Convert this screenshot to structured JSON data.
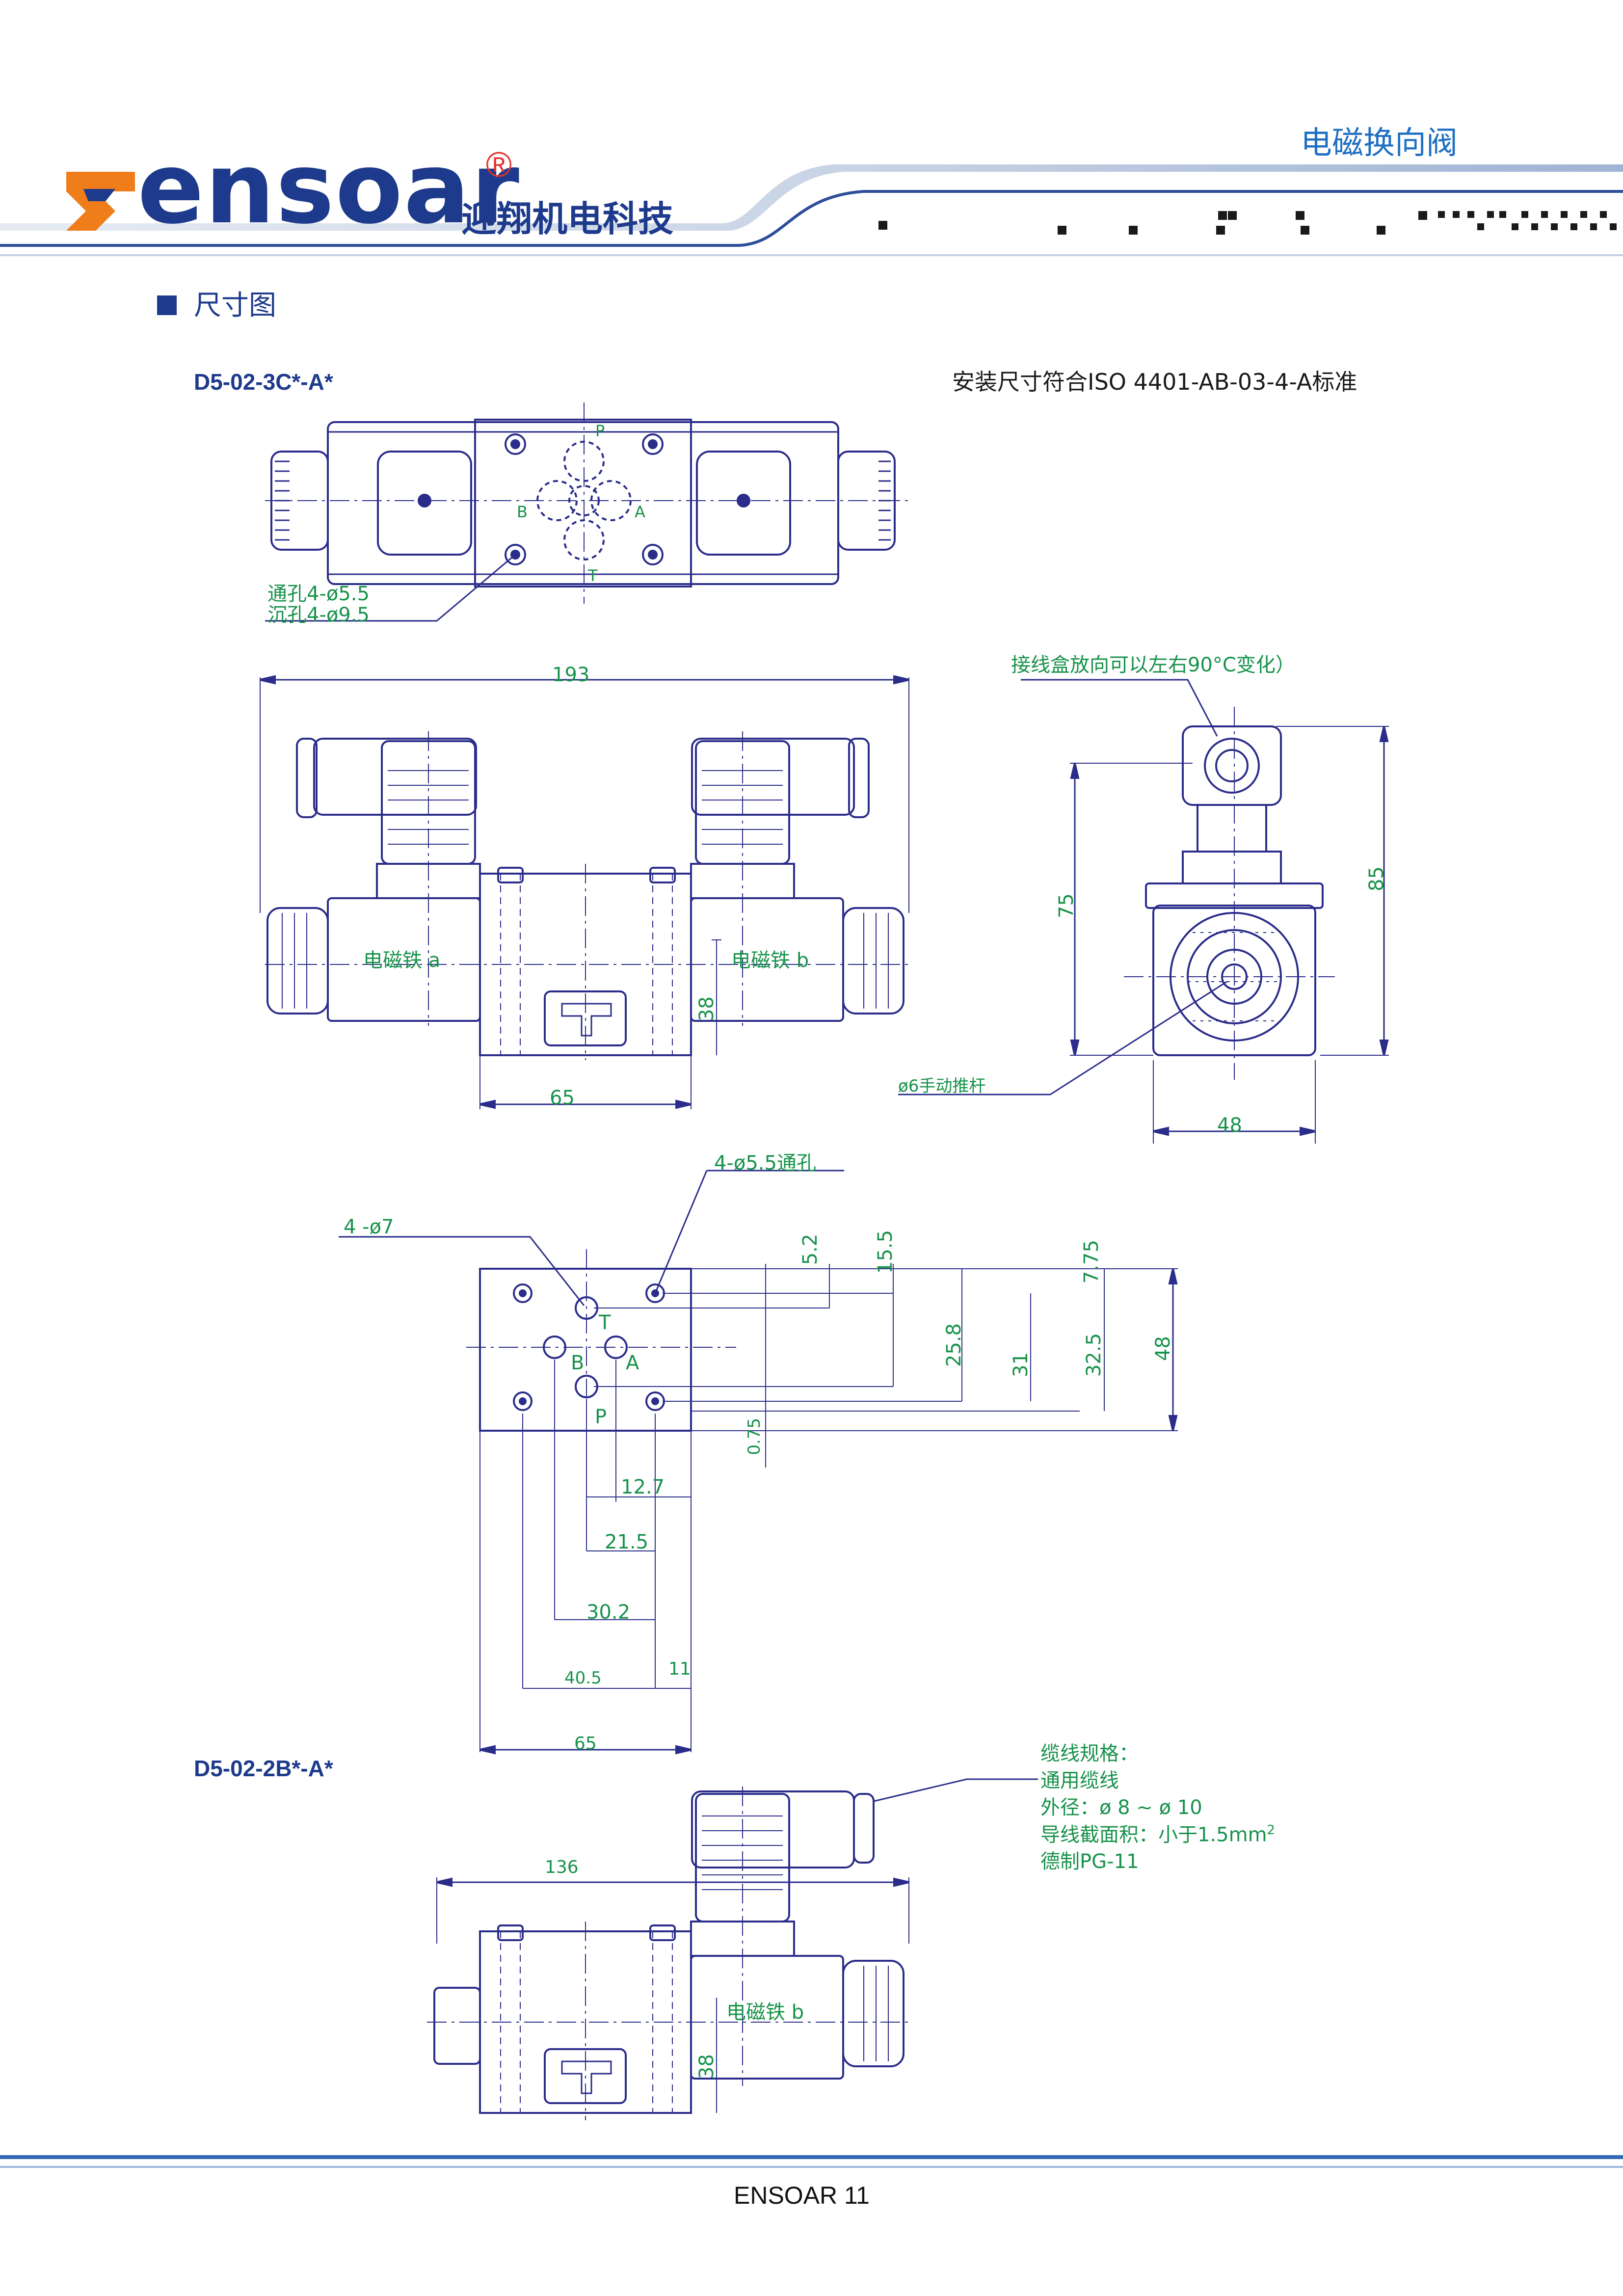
{
  "header": {
    "brand": "ensoar",
    "registered": "®",
    "brand_cn": "迎翔机电科技",
    "category": "电磁换向阀"
  },
  "section_title": "尺寸图",
  "model_1": "D5-02-3C*-A*",
  "iso_note": "安装尺寸符合ISO 4401-AB-03-4-A标准",
  "top_view": {
    "ports": [
      "P",
      "B",
      "A",
      "T"
    ],
    "hole_note_1": "通孔4-ø5.5",
    "hole_note_2": "沉孔4-ø9.5"
  },
  "front_view": {
    "dim_193": "193",
    "coil_a": "电磁铁 a",
    "coil_b": "电磁铁 b",
    "dim_38": "38",
    "dim_65": "65"
  },
  "side_view": {
    "rotate_note": "接线盒放向可以左右90°C变化）",
    "dim_75": "75",
    "dim_85": "85",
    "manual_rod": "ø6手动推杆",
    "dim_48": "48"
  },
  "mount_view": {
    "thru_holes": "4-ø5.5通孔",
    "port_holes": "4 -ø7",
    "ports": [
      "T",
      "B",
      "A",
      "P"
    ],
    "dims_right": [
      "5.2",
      "15.5",
      "7.75",
      "25.8",
      "31",
      "32.5",
      "48",
      "0.75"
    ],
    "dims_bottom": [
      "12.7",
      "21.5",
      "30.2",
      "40.5",
      "11",
      "65"
    ]
  },
  "model_2": "D5-02-2B*-A*",
  "cable_spec": {
    "title": "缆线规格：",
    "line1": "通用缆线",
    "line2": "外径：ø 8 ~ ø 10",
    "line3": "导线截面积：小于1.5mm",
    "line3_sup": "2",
    "line4": "德制PG-11"
  },
  "view_2b": {
    "dim_136": "136",
    "coil_b": "电磁铁 b",
    "dim_38": "38"
  },
  "footer": "ENSOAR 11",
  "colors": {
    "brand_blue": "#1d3a8c",
    "accent_blue": "#1f6fc2",
    "drawing_line": "#2b2d8a",
    "dimension_green": "#17924a",
    "logo_orange": "#ef7d1a"
  }
}
